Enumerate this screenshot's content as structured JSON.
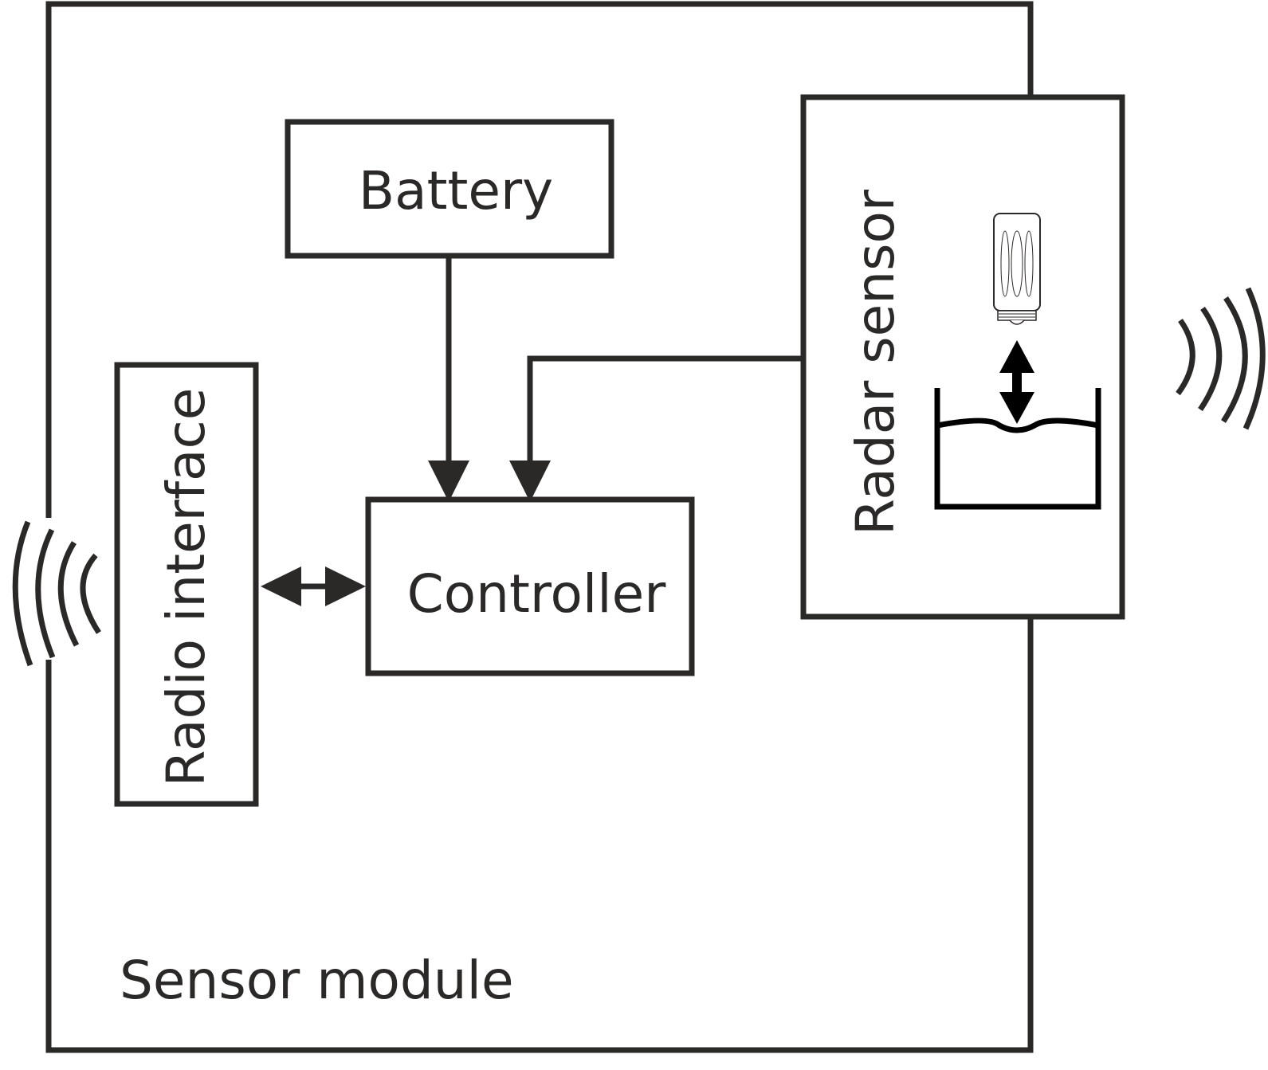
{
  "diagram": {
    "title": "Sensor module",
    "colors": {
      "stroke": "#2a2927",
      "background": "#ffffff"
    },
    "blocks": {
      "battery": "Battery",
      "controller": "Controller",
      "radio_interface": "Radio interface",
      "radar_sensor": "Radar sensor",
      "module": "Sensor module"
    },
    "connections": [
      {
        "from": "Battery",
        "to": "Controller",
        "type": "arrow"
      },
      {
        "from": "Radar sensor",
        "to": "Controller",
        "type": "arrow"
      },
      {
        "from": "Radio interface",
        "to": "Controller",
        "type": "bidirectional"
      }
    ],
    "icons": [
      "radio-waves-left",
      "radio-waves-right",
      "radar-sensor-device",
      "liquid-tank",
      "distance-arrow"
    ]
  }
}
